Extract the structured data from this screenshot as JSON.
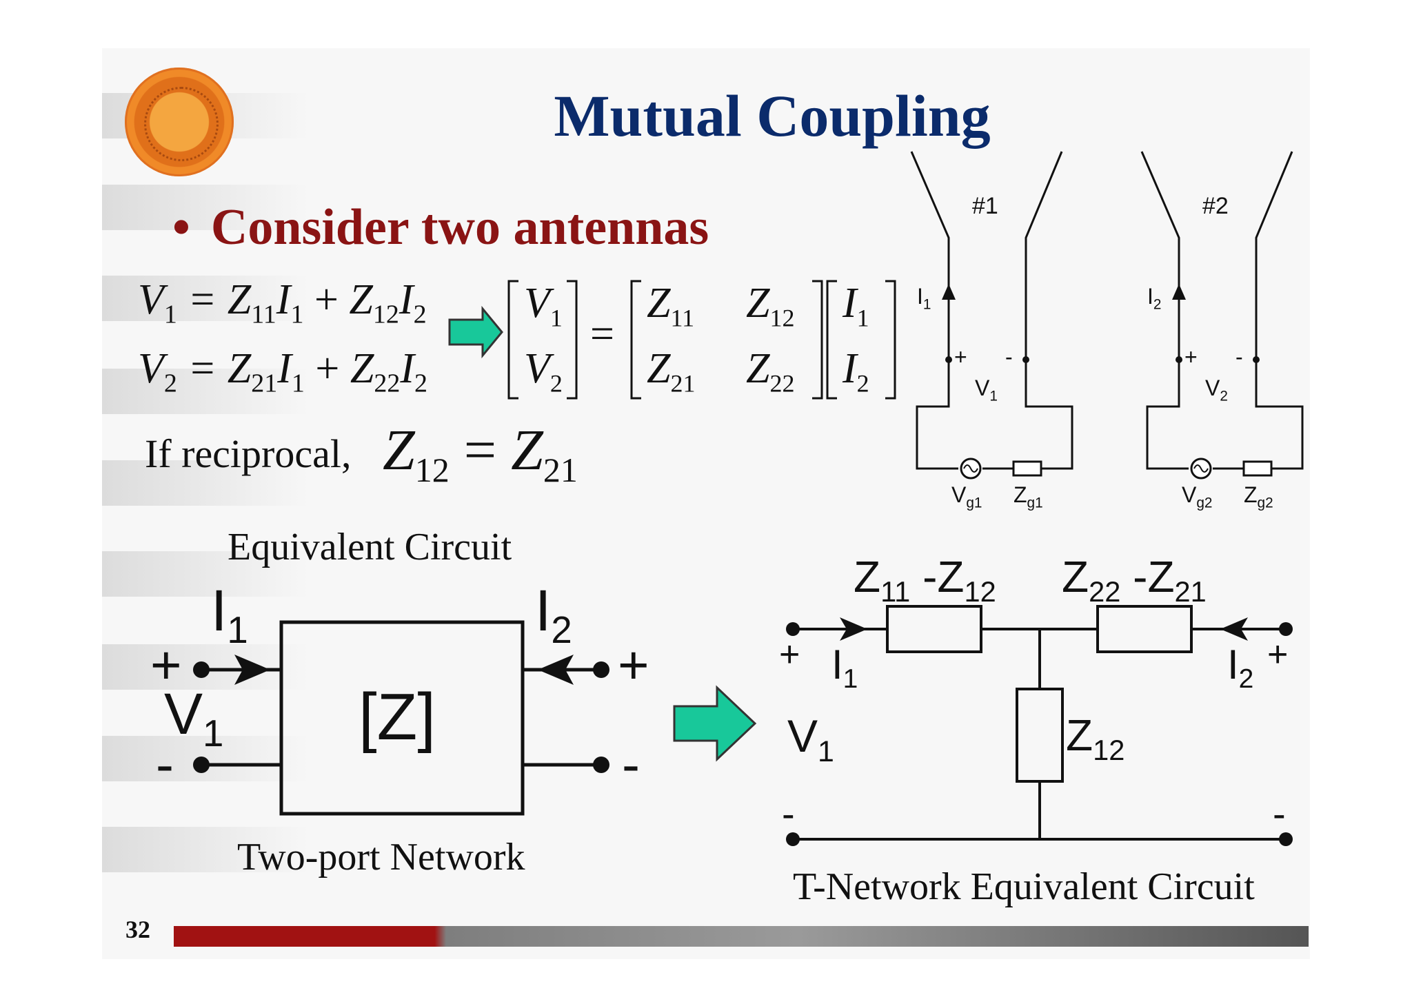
{
  "slide": {
    "title": "Mutual Coupling",
    "bullet": "Consider two antennas",
    "reciprocal_text": "If reciprocal,",
    "page_number": "32"
  },
  "equations": {
    "eq1_lhs": "V",
    "eq1_lhs_sub": "1",
    "eq1_rhs": [
      "Z",
      "11",
      "I",
      "1",
      "+",
      "Z",
      "12",
      "I",
      "2"
    ],
    "eq2_lhs": "V",
    "eq2_lhs_sub": "2",
    "eq2_rhs": [
      "Z",
      "21",
      "I",
      "1",
      "+",
      "Z",
      "22",
      "I",
      "2"
    ],
    "reciprocal": [
      "Z",
      "12",
      "=",
      "Z",
      "21"
    ]
  },
  "matrix": {
    "v": [
      [
        "V",
        "1"
      ],
      [
        "V",
        "2"
      ]
    ],
    "z": [
      [
        "Z",
        "11"
      ],
      [
        "Z",
        "12"
      ],
      [
        "Z",
        "21"
      ],
      [
        "Z",
        "22"
      ]
    ],
    "i": [
      [
        "I",
        "1"
      ],
      [
        "I",
        "2"
      ]
    ]
  },
  "antennas": [
    {
      "label": "#1",
      "current": "I",
      "current_sub": "1",
      "voltage": "V",
      "voltage_sub": "1",
      "vg": "V",
      "vg_sub": "g1",
      "zg": "Z",
      "zg_sub": "g1",
      "plus": "+",
      "minus": "-"
    },
    {
      "label": "#2",
      "current": "I",
      "current_sub": "2",
      "voltage": "V",
      "voltage_sub": "2",
      "vg": "V",
      "vg_sub": "g2",
      "zg": "Z",
      "zg_sub": "g2",
      "plus": "+",
      "minus": "-"
    }
  ],
  "two_port": {
    "caption_top": "Equivalent Circuit",
    "caption_bottom": "Two-port Network",
    "box_label": "[Z]",
    "i1": "I",
    "i1_sub": "1",
    "i2": "I",
    "i2_sub": "2",
    "v1": "V",
    "v1_sub": "1",
    "plus": "+",
    "minus": "-"
  },
  "t_network": {
    "caption": "T-Network Equivalent Circuit",
    "z_left": [
      "Z",
      "11",
      "-Z",
      "12"
    ],
    "z_right": [
      "Z",
      "22",
      "-Z",
      "21"
    ],
    "z_shunt": [
      "Z",
      "12"
    ],
    "i1": "I",
    "i1_sub": "1",
    "i2": "I",
    "i2_sub": "2",
    "v1": "V",
    "v1_sub": "1",
    "plus": "+",
    "minus": "-"
  },
  "colors": {
    "title": "#0b2b6b",
    "bullet": "#8a1414",
    "arrow_fill": "#18c89a",
    "bar_red": "#a11212"
  }
}
